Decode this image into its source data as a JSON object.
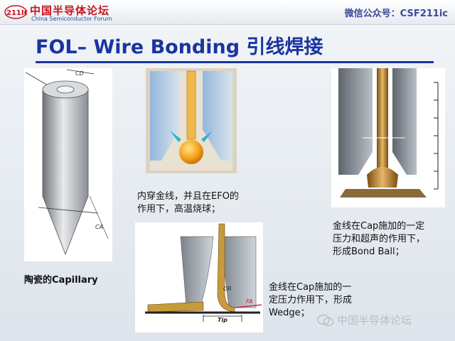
{
  "header": {
    "logo_mark": "211IC",
    "logo_cn": "中国半导体论坛",
    "logo_en": "China Semiconductor Forum",
    "wechat": "微信公众号：CSF211ic"
  },
  "title": "FOL– Wire Bonding 引线焊接",
  "captions": {
    "capillary": "陶瓷的Capillary",
    "efo_line1": "内穿金线，并且在EFO的",
    "efo_line2": "作用下，高温烧球；",
    "ball_line1": "金线在Cap施加的一定",
    "ball_line2": "压力和超声的作用下，",
    "ball_line3": "形成Bond Ball；",
    "wedge_line1": "金线在Cap施加的一",
    "wedge_line2": "定压力作用下，形成",
    "wedge_line3": "Wedge；"
  },
  "diagram_labels": {
    "cap_top": "CD",
    "cap_side": "CA",
    "or": "OR",
    "fa": "FA",
    "tip": "Tip"
  },
  "watermark": "中国半导体论坛"
}
